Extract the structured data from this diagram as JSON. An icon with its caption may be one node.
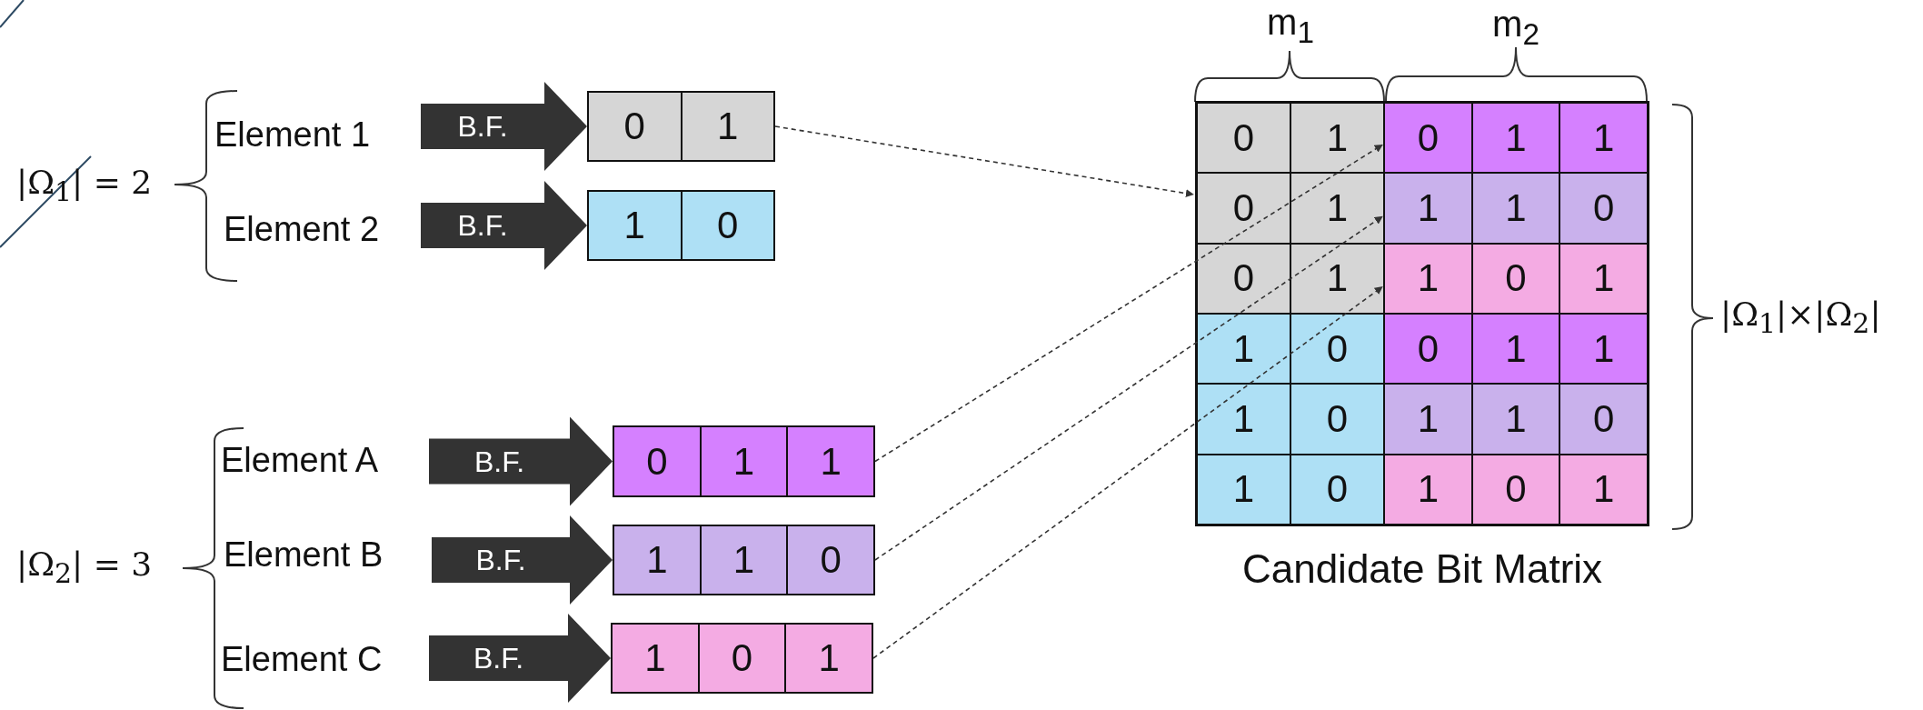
{
  "diagram": {
    "nodes": [
      {
        "text": [
          "Element 1"
        ]
      },
      {
        "text": [
          "0",
          "1"
        ]
      },
      {
        "text": [
          "Element 2"
        ]
      },
      {
        "text": [
          "1",
          "0"
        ]
      },
      {
        "text": [
          "Element A"
        ]
      },
      {
        "text": [
          "0",
          "1",
          "1"
        ]
      },
      {
        "text": [
          "Element B"
        ]
      },
      {
        "text": [
          "1",
          "1",
          "0"
        ]
      },
      {
        "text": [
          "Element C"
        ]
      },
      {
        "text": [
          "1",
          "0",
          "1"
        ]
      },
      {
        "text": [],
        "shape": "box",
        "beside": [
          "Candidate Bit Matrix"
        ]
      },
      {
        "text": [
          "0",
          "1",
          "1"
        ],
        "in": 10
      },
      {
        "text": [
          "1",
          "1",
          "0"
        ],
        "in": 10
      },
      {
        "text": [
          "1",
          "0",
          "1"
        ],
        "in": 10
      },
      {
        "text": [
          "0",
          "1",
          "1"
        ],
        "in": 10
      },
      {
        "text": [
          "1",
          "1",
          "0"
        ],
        "in": 10
      },
      {
        "text": [
          "1",
          "0",
          "1"
        ],
        "in": 10
      }
    ],
    "edges": [
      {
        "from": 0,
        "to": 1,
        "arrow": "to",
        "label": "B.F.",
        "style": "thick"
      },
      {
        "from": 2,
        "to": 3,
        "arrow": "to",
        "label": "B.F.",
        "style": "thick"
      },
      {
        "from": 4,
        "to": 5,
        "arrow": "to",
        "label": "B.F.",
        "style": "thick"
      },
      {
        "from": 6,
        "to": 7,
        "arrow": "to",
        "label": "B.F.",
        "style": "thick"
      },
      {
        "from": 8,
        "to": 9,
        "arrow": "to",
        "label": "B.F.",
        "style": "thick"
      },
      {
        "from": 1,
        "to": 10,
        "arrow": "to",
        "style": "dashed"
      },
      {
        "from": 5,
        "to": 11,
        "arrow": "to",
        "style": "dashed"
      },
      {
        "from": 7,
        "to": 12,
        "arrow": "to",
        "style": "dashed"
      },
      {
        "from": 9,
        "to": 13,
        "arrow": "to",
        "style": "dashed"
      }
    ],
    "labels": [
      "m$_{1}$",
      "m$_{2}$",
      "|Ω$_{1}$| = 2",
      "0",
      "1",
      "0",
      "1",
      "0",
      "1",
      "1",
      "0",
      "1",
      "0",
      "1",
      "0",
      "|Ω$_{1}$|×|Ω$_{2}$|",
      "|Ω$_{2}$| = 3"
    ]
  }
}
